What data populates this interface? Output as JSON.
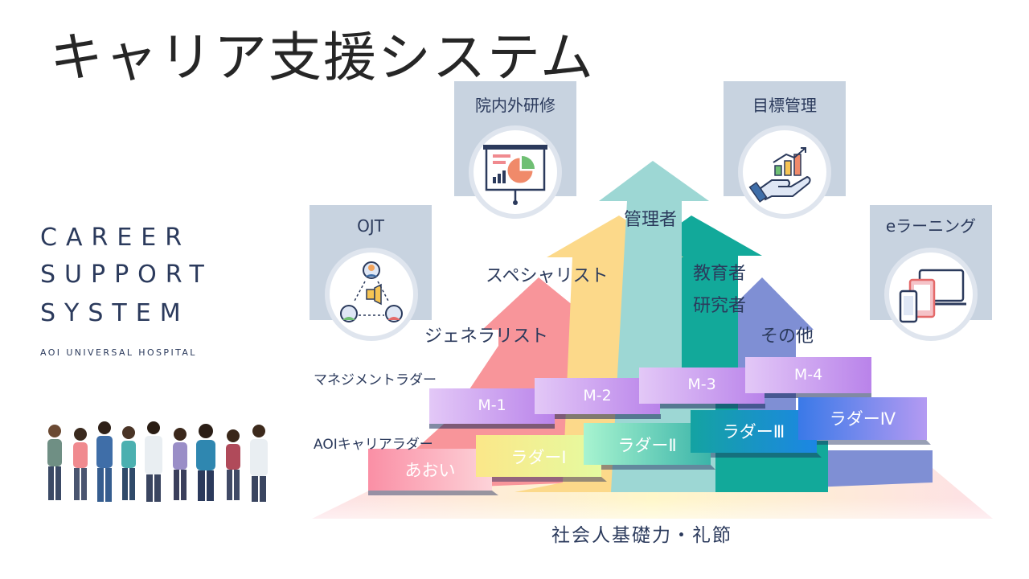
{
  "title": "キャリア支援システム",
  "subtitle_lines": [
    "CAREER",
    "SUPPORT",
    "SYSTEM"
  ],
  "hospital": "AOI UNIVERSAL HOSPITAL",
  "boxes": {
    "ojt": "OJT",
    "training": "院内外研修",
    "goal": "目標管理",
    "elearning": "eラーニング"
  },
  "arrows": {
    "manager": "管理者",
    "specialist": "スペシャリスト",
    "educator_line1": "教育者",
    "educator_line2": "研究者",
    "generalist": "ジェネラリスト",
    "other": "その他"
  },
  "ladders": {
    "management": "マネジメントラダー",
    "career": "AOIキャリアラダー"
  },
  "management_steps": [
    "M-1",
    "M-2",
    "M-3",
    "M-4"
  ],
  "career_steps": [
    "あおい",
    "ラダーⅠ",
    "ラダーⅡ",
    "ラダーⅢ",
    "ラダーⅣ"
  ],
  "foundation": "社会人基礎力・礼節",
  "colors": {
    "generalist_arrow": "#f8959a",
    "specialist_arrow": "#fcd98a",
    "manager_arrow": "#9dd7d4",
    "educator_arrow": "#12a99a",
    "other_arrow": "#7f8fd4",
    "box": "#c8d3e0",
    "text": "#2b3a5c"
  }
}
